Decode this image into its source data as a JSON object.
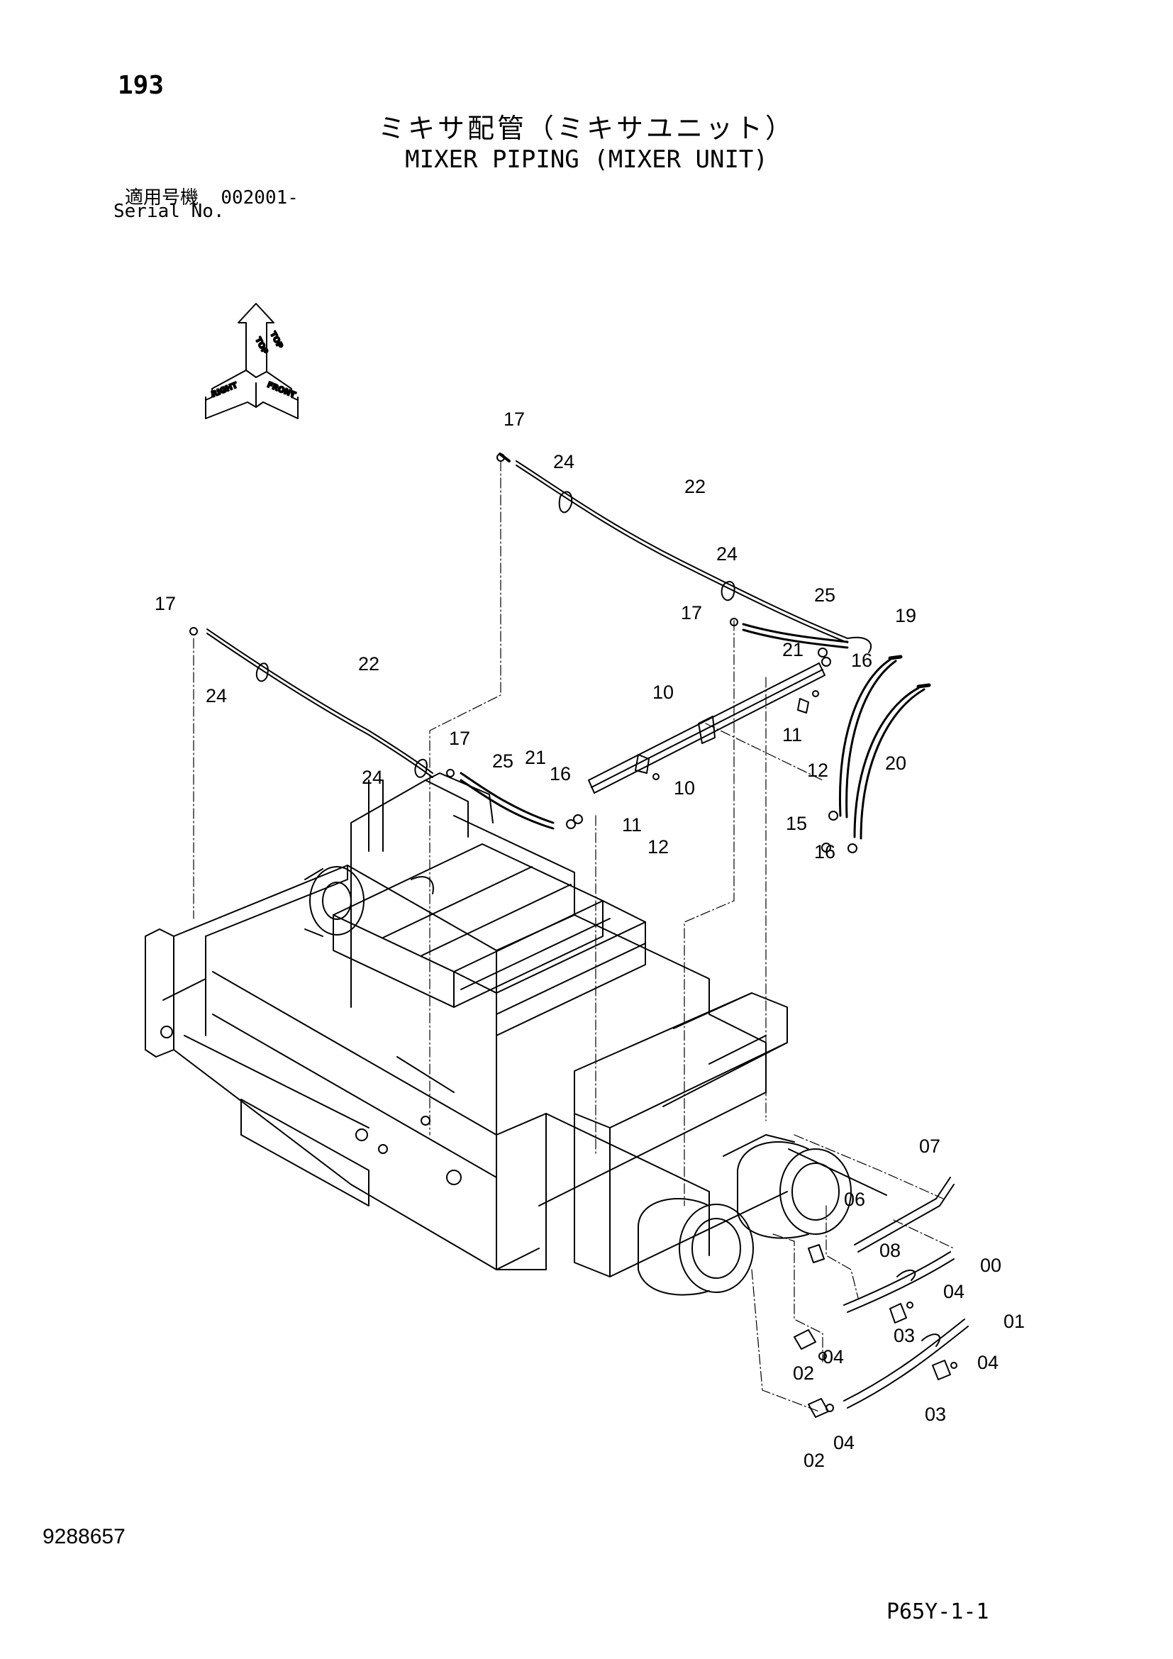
{
  "header": {
    "page_number": "193",
    "title_jp": "ミキサ配管（ミキサユニット）",
    "title_en": "MIXER PIPING (MIXER UNIT)",
    "serial_label_jp": "適用号機",
    "serial_value": "002001-",
    "serial_label_en": "Serial No."
  },
  "orientation_arrow": {
    "icon": "direction-arrow-icon",
    "labels": [
      "TOP",
      "TOP",
      "RIGHT",
      "FRONT"
    ]
  },
  "callouts": [
    "17",
    "24",
    "22",
    "24",
    "25",
    "21",
    "16",
    "19",
    "17",
    "17",
    "24",
    "22",
    "24",
    "17",
    "25",
    "21",
    "16",
    "10",
    "10",
    "11",
    "12",
    "11",
    "12",
    "20",
    "15",
    "16",
    "07",
    "06",
    "08",
    "00",
    "04",
    "03",
    "01",
    "02",
    "04",
    "04",
    "03",
    "02",
    "04"
  ],
  "footer": {
    "document_number": "9288657",
    "page_code": "P65Y-1-1"
  }
}
